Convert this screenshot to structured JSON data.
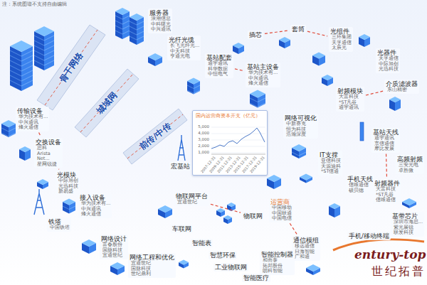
{
  "diagram": {
    "nodes": [
      {
        "text": [
          "服务器",
          "浪潮信息 中科曙光 中兴通讯"
        ]
      },
      {
        "text": [
          "光纤光缆",
          "长飞光纤光... 中天科技 亨通光电"
        ]
      },
      {
        "text": [
          "传输设备",
          "华为技术有... 中兴通讯 烽火通信"
        ]
      },
      {
        "text": [
          "交换设备",
          "思科 Arista Net... 星网锐捷"
        ]
      },
      {
        "text": [
          "光模块",
          "中际旭创 光迅科技 新易盛"
        ]
      },
      {
        "text": [
          "接入设备",
          "华为技术有... 中兴通讯 烽火通信"
        ]
      },
      {
        "text": [
          "铁塔",
          "中国铁塔"
        ]
      },
      {
        "text": [
          "网络设计",
          "富春股份 国脉科技 宜通世纪"
        ]
      },
      {
        "text": [
          "网络工程和优化",
          "宜通世纪 国脉科技 世纪鼎利"
        ]
      },
      {
        "text": [
          "物联网平台",
          "宜通世纪"
        ]
      },
      {
        "text": [
          "宏基站"
        ]
      },
      {
        "text": [
          "基站配套",
          "通宇通讯 科华数据 中恒电气"
        ]
      },
      {
        "text": [
          "插芯"
        ]
      },
      {
        "text": [
          "套筒"
        ]
      },
      {
        "text": [
          "光组件",
          "三环集团 天孚通信 太辰光"
        ]
      },
      {
        "text": [
          "基站主设备",
          "华为技术有... 中兴通讯 烽火通信"
        ]
      },
      {
        "text": [
          "光器件",
          "天孚通信 中际旭创 光迅科技"
        ]
      },
      {
        "text": [
          "射频模块",
          "大富科技 *ST凡谷 通宇通讯"
        ]
      },
      {
        "text": [
          "介质滤波器",
          "东山精密"
        ]
      },
      {
        "text": [
          "基站天线",
          "通宇通讯 京信通信 摩比发展"
        ]
      },
      {
        "text": [
          "网络可视化",
          "中新赛克 恒为科技 浩瀚深度"
        ]
      },
      {
        "text": [
          "IT支撑",
          "亚信科技 天源迪科 *ST信通"
        ]
      },
      {
        "text": [
          "手机天线",
          "信维通信 硕贝德"
        ]
      },
      {
        "text": [
          "射频器件",
          "大富科技 *ST凡谷 信维通信"
        ]
      },
      {
        "text": [
          "高频射频",
          "三安光电 卓胜微"
        ]
      },
      {
        "text": [
          "基带芯片",
          "深圳市海思... 紫光展锐 联发科技"
        ]
      },
      {
        "text": [
          "手机/移动终端"
        ]
      },
      {
        "text": [
          "运营商",
          "中国移动 中国联通 中国电信"
        ]
      },
      {
        "text": [
          "物联网"
        ]
      },
      {
        "text": [
          "通信模组",
          "移远通信 日海智能 广和通"
        ]
      },
      {
        "text": [
          "智能控制器",
          "和而泰 拓邦股份 朗科智能"
        ]
      },
      {
        "text": [
          "车联网"
        ]
      },
      {
        "text": [
          "智能表"
        ]
      },
      {
        "text": [
          "智慧环保"
        ]
      },
      {
        "text": [
          "工业物联网"
        ]
      },
      {
        "text": [
          "智能医疗"
        ]
      },
      {
        "text": [
          "国内运营商资本开支（亿元）"
        ]
      }
    ],
    "edges": [
      {
        "from": 2,
        "to": 3,
        "arrow": "none"
      },
      {
        "from": 3,
        "to": 4,
        "arrow": "none"
      },
      {
        "from": 11,
        "to": 15,
        "arrow": "none"
      },
      {
        "from": 12,
        "to": 13,
        "arrow": "none"
      },
      {
        "from": 13,
        "to": 14,
        "arrow": "none"
      },
      {
        "from": 17,
        "to": 18,
        "arrow": "none"
      },
      {
        "from": 19,
        "to": 23,
        "arrow": "none"
      },
      {
        "from": 9,
        "to": 28,
        "arrow": "none"
      },
      {
        "from": 27,
        "to": 29,
        "arrow": "none"
      }
    ],
    "labels": [
      "注：系统图谱不支持自由编辑",
      "骨干网络",
      "城域网",
      "前传/中传",
      "5,000",
      "4,000",
      "3,000",
      "2,000",
      "1,000",
      "2007-12-31",
      "2009-12-31",
      "2011-12-31",
      "2013-12-31",
      "2015-12-31",
      "2017-12-31",
      "2019-12-31",
      "entury-top",
      "世纪拓普"
    ]
  }
}
